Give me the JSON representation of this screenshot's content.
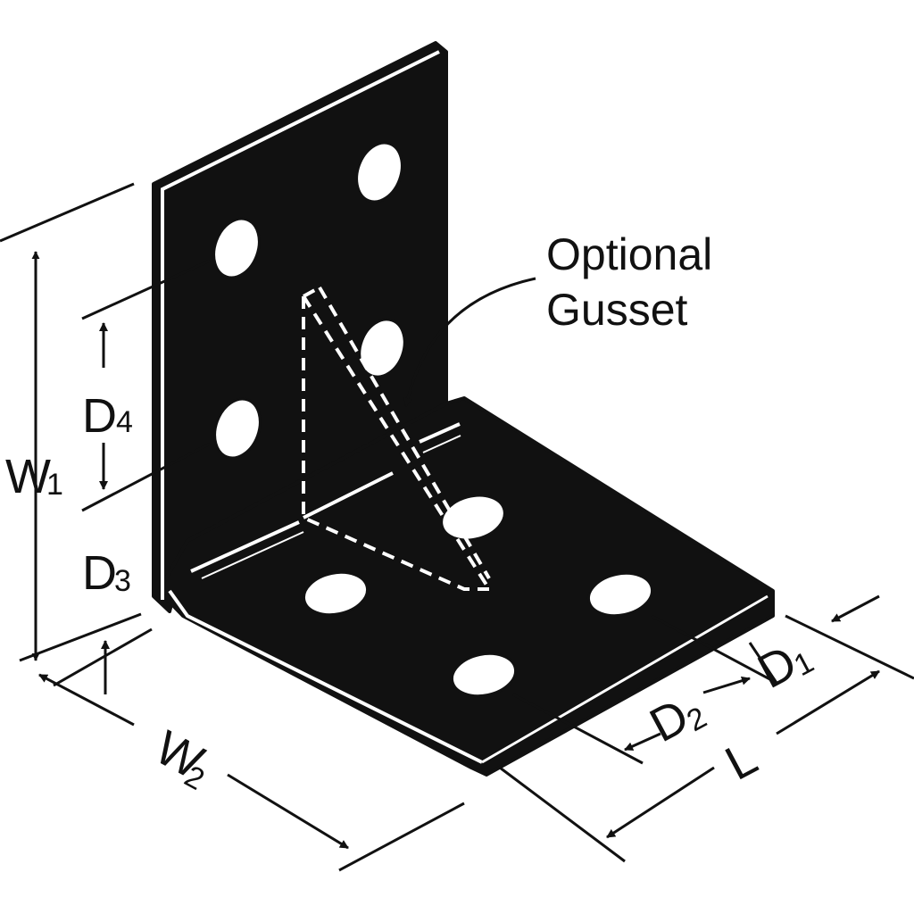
{
  "callout": {
    "line1": "Optional",
    "line2": "Gusset"
  },
  "dimensions": {
    "W1": {
      "main": "W",
      "sub": "1"
    },
    "W2": {
      "main": "W",
      "sub": "2"
    },
    "D1": {
      "main": "D",
      "sub": "1"
    },
    "D2": {
      "main": "D",
      "sub": "2"
    },
    "D3": {
      "main": "D",
      "sub": "3"
    },
    "D4": {
      "main": "D",
      "sub": "4"
    },
    "L": {
      "main": "L"
    }
  },
  "colors": {
    "steel": "#111111",
    "edge": "#ffffff",
    "ink": "#111111",
    "background": "#ffffff"
  },
  "icons": [
    "angle-bracket-icon",
    "gusset-icon",
    "bolt-hole-icon",
    "dimension-arrow-icon"
  ]
}
